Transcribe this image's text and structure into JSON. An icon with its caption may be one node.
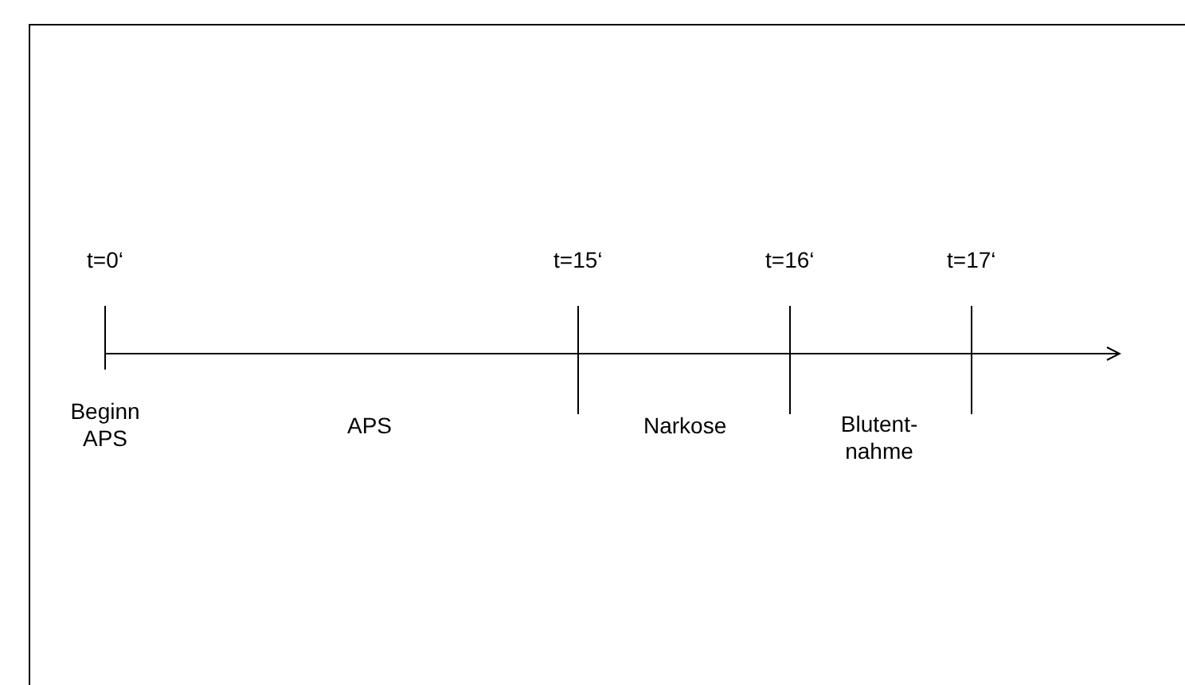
{
  "diagram": {
    "labels": [
      "t=0‘",
      "t=15‘",
      "t=16‘",
      "t=17‘",
      "Beginn APS",
      "APS",
      "Narkose",
      "Blutent- nahme"
    ]
  }
}
